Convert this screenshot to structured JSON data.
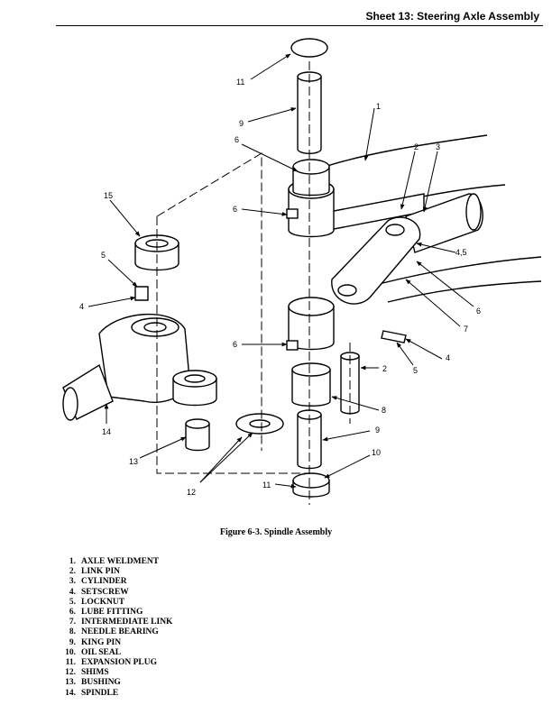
{
  "header": {
    "title": "Sheet 13: Steering Axle Assembly"
  },
  "figure": {
    "caption": "Figure 6-3. Spindle Assembly",
    "callouts": [
      "11",
      "9",
      "1",
      "6",
      "2",
      "3",
      "6",
      "15",
      "5",
      "4",
      "4,5",
      "6",
      "7",
      "6",
      "2",
      "4",
      "5",
      "8",
      "14",
      "9",
      "10",
      "13",
      "12",
      "11"
    ]
  },
  "parts_list": [
    {
      "num": "1.",
      "name": "AXLE WELDMENT"
    },
    {
      "num": "2.",
      "name": "LINK PIN"
    },
    {
      "num": "3.",
      "name": "CYLINDER"
    },
    {
      "num": "4.",
      "name": "SETSCREW"
    },
    {
      "num": "5.",
      "name": "LOCKNUT"
    },
    {
      "num": "6.",
      "name": "LUBE FITTING"
    },
    {
      "num": "7.",
      "name": "INTERMEDIATE LINK"
    },
    {
      "num": "8.",
      "name": "NEEDLE BEARING"
    },
    {
      "num": "9.",
      "name": "KING PIN"
    },
    {
      "num": "10.",
      "name": "OIL SEAL"
    },
    {
      "num": "11.",
      "name": "EXPANSION PLUG"
    },
    {
      "num": "12.",
      "name": "SHIMS"
    },
    {
      "num": "13.",
      "name": "BUSHING"
    },
    {
      "num": "14.",
      "name": "SPINDLE"
    }
  ]
}
